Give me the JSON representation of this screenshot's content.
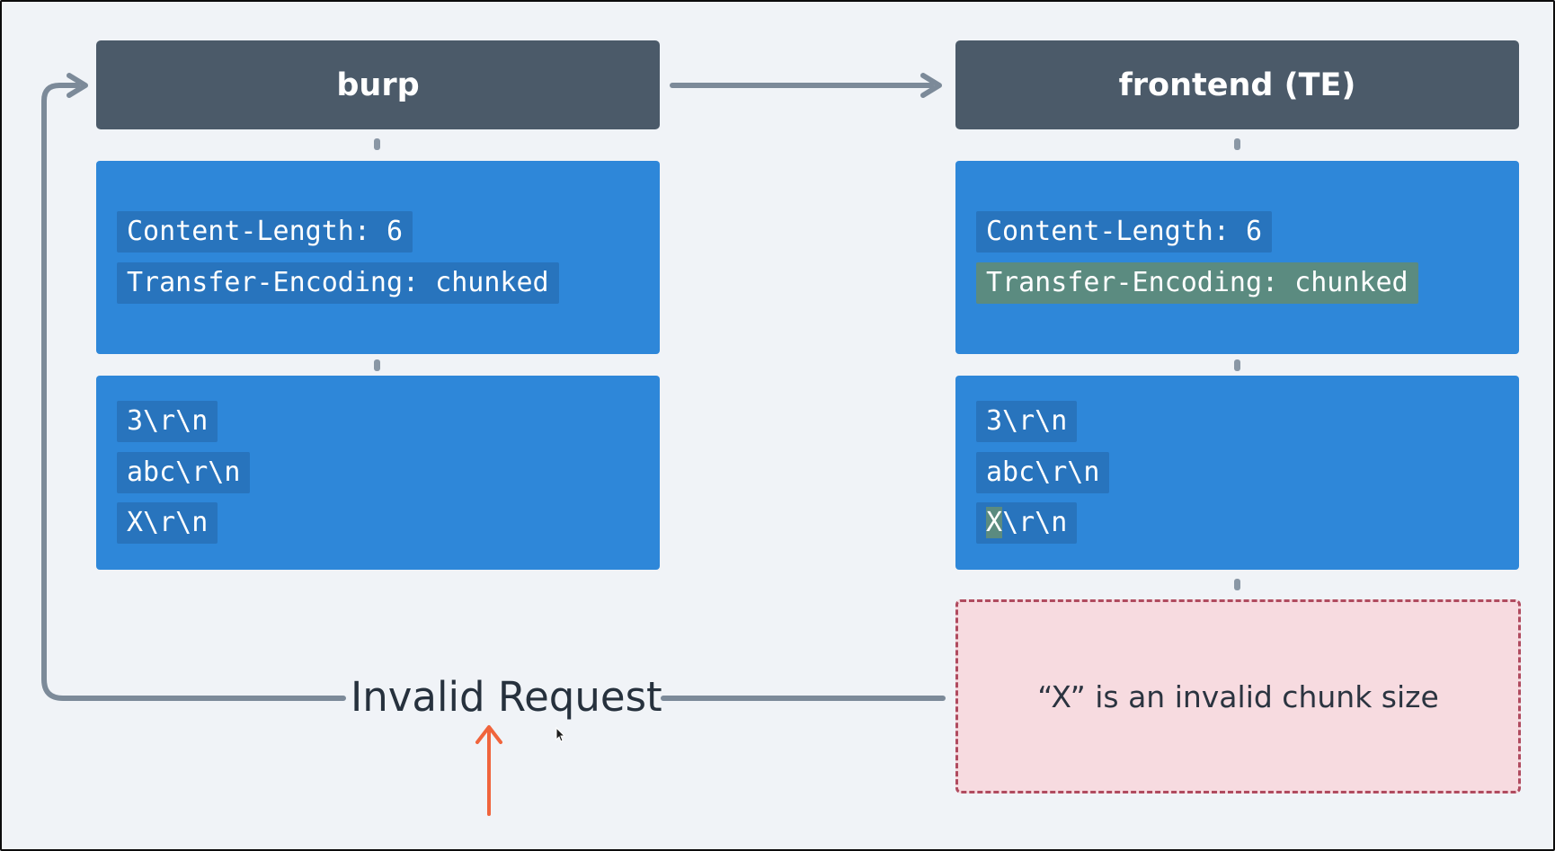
{
  "diagram": {
    "left": {
      "title": "burp",
      "headers": [
        "Content-Length: 6",
        "Transfer-Encoding: chunked"
      ],
      "body": [
        "3\\r\\n",
        "abc\\r\\n",
        "X\\r\\n"
      ]
    },
    "right": {
      "title": "frontend (TE)",
      "headers": [
        "Content-Length: 6",
        "Transfer-Encoding: chunked"
      ],
      "body": [
        "3\\r\\n",
        "abc\\r\\n"
      ],
      "body_last_highlight": "X",
      "body_last_rest": "\\r\\n"
    },
    "error": "“X” is an invalid chunk size",
    "result": "Invalid Request"
  },
  "colors": {
    "header_bg": "#4b5a69",
    "panel_bg": "#2e87d9",
    "highlight": "#5b8b80",
    "error_bg": "#f7dbe0",
    "error_border": "#b04b5f",
    "arrow_orange": "#f0643c",
    "connector": "#7c8a99"
  }
}
